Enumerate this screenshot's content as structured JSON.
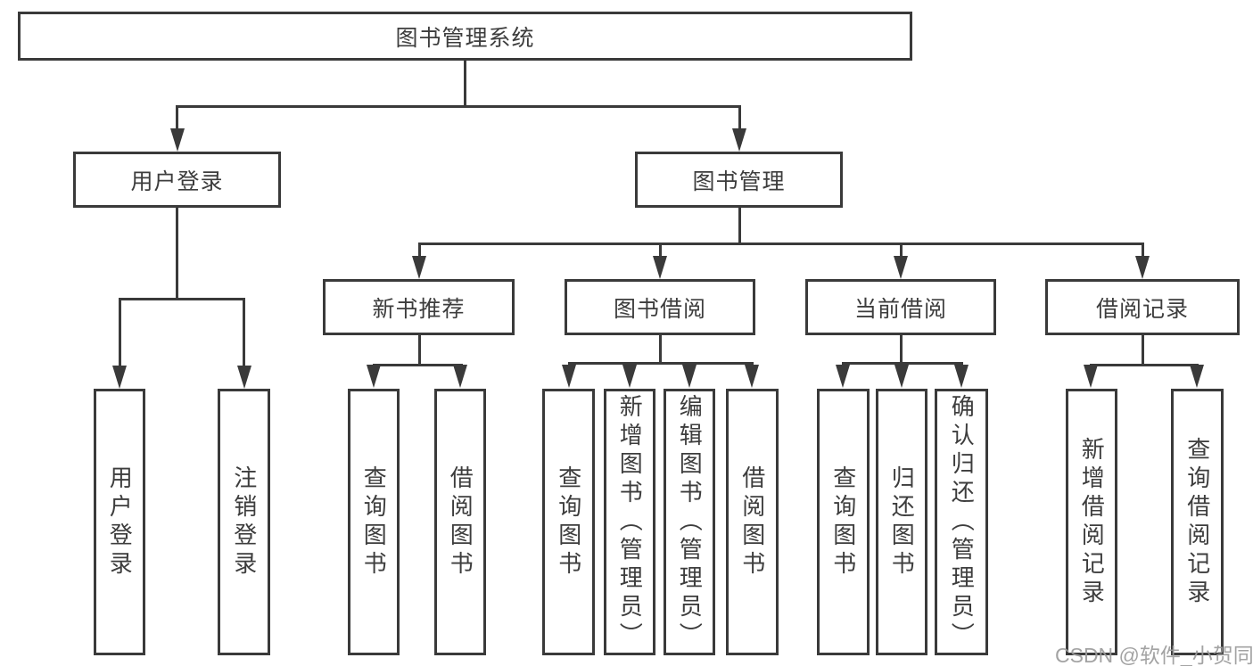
{
  "nodes": {
    "root": "图书管理系统",
    "user_login": "用户登录",
    "book_mgmt": "图书管理",
    "new_book_rec": "新书推荐",
    "book_borrow": "图书借阅",
    "current_borrow": "当前借阅",
    "borrow_records": "借阅记录",
    "leaf_user_login": "用户登录",
    "leaf_logout": "注销登录",
    "leaf_query_books_rec": "查询图书",
    "leaf_borrow_books_rec": "借阅图书",
    "leaf_query_books_borrow": "查询图书",
    "leaf_add_books_admin": "新增图书（管理员）",
    "leaf_edit_books_admin": "编辑图书（管理员）",
    "leaf_borrow_books_borrow": "借阅图书",
    "leaf_query_books_current": "查询图书",
    "leaf_return_books": "归还图书",
    "leaf_confirm_return_admin": "确认归还（管理员）",
    "leaf_add_borrow_record": "新增借阅记录",
    "leaf_query_borrow_record": "查询借阅记录"
  },
  "hierarchy": {
    "图书管理系统": {
      "用户登录": [
        "用户登录",
        "注销登录"
      ],
      "图书管理": {
        "新书推荐": [
          "查询图书",
          "借阅图书"
        ],
        "图书借阅": [
          "查询图书",
          "新增图书（管理员）",
          "编辑图书（管理员）",
          "借阅图书"
        ],
        "当前借阅": [
          "查询图书",
          "归还图书",
          "确认归还（管理员）"
        ],
        "借阅记录": [
          "新增借阅记录",
          "查询借阅记录"
        ]
      }
    }
  },
  "colors": {
    "line": "#3a3a3a",
    "text": "#3d3d3d",
    "background": "#ffffff",
    "watermark": "#9b9b9b"
  },
  "watermark": {
    "text": "CSDN @软件_小贺同学"
  }
}
